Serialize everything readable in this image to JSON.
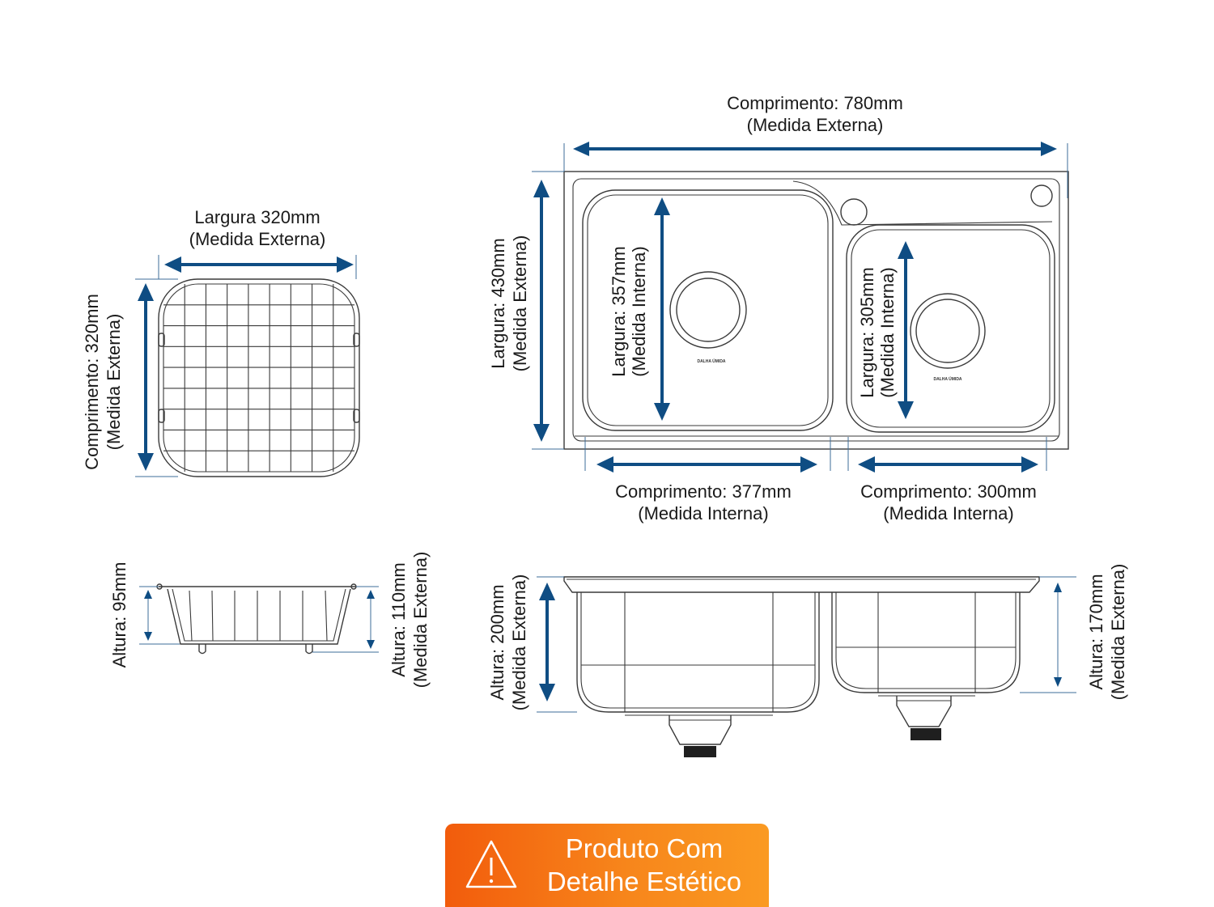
{
  "grid_width": {
    "line1": "Largura 320mm",
    "line2": "(Medida Externa)"
  },
  "grid_length": {
    "line1": "Comprimento: 320mm",
    "line2": "(Medida Externa)"
  },
  "grid_height_inner": {
    "line1": "Altura: 95mm"
  },
  "grid_height_outer": {
    "line1": "Altura: 110mm",
    "line2": "(Medida Externa)"
  },
  "sink_length": {
    "line1": "Comprimento: 780mm",
    "line2": "(Medida Externa)"
  },
  "sink_width": {
    "line1": "Largura: 430mm",
    "line2": "(Medida Externa)"
  },
  "bowl_left_width": {
    "line1": "Largura: 357mm",
    "line2": "(Medida Interna)"
  },
  "bowl_right_width": {
    "line1": "Largura: 305mm",
    "line2": "(Medida Interna)"
  },
  "bowl_left_length": {
    "line1": "Comprimento: 377mm",
    "line2": "(Medida Interna)"
  },
  "bowl_right_length": {
    "line1": "Comprimento: 300mm",
    "line2": "(Medida Interna)"
  },
  "sink_height_left": {
    "line1": "Altura: 200mm",
    "line2": "(Medida Externa)"
  },
  "sink_height_right": {
    "line1": "Altura: 170mm",
    "line2": "(Medida Externa)"
  },
  "drain_text": "DALHA ÚMIDA",
  "badge": {
    "line1": "Produto Com",
    "line2": "Detalhe Estético",
    "icon": "warning-icon"
  },
  "colors": {
    "dimension": "#0f4d83",
    "outline": "#3a3a3a",
    "badge_start": "#f25c0c",
    "badge_end": "#fa9a22"
  }
}
